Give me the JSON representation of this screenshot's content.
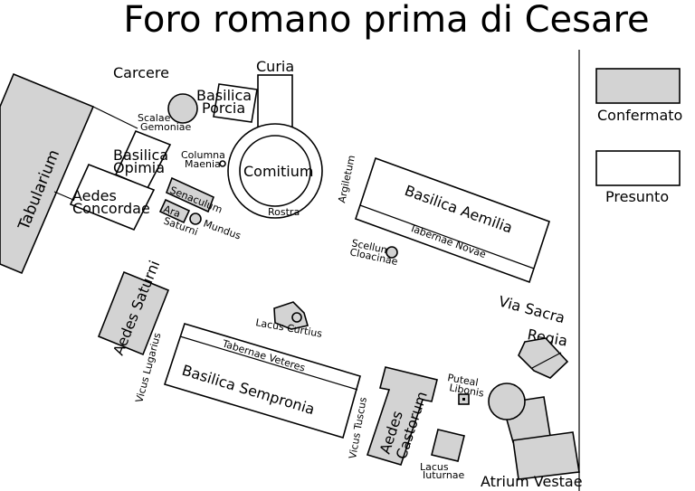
{
  "title": "Foro romano prima di Cesare",
  "legend": {
    "confirmed": "Confermato",
    "presumed": "Presunto",
    "confirmed_color": "#d3d3d3",
    "presumed_color": "#ffffff"
  },
  "labels": {
    "carcere": "Carcere",
    "curia": "Curia",
    "basilica_porcia_1": "Basilica",
    "basilica_porcia_2": "Porcia",
    "scalae_1": "Scalae",
    "scalae_2": "Gemoniae",
    "basilica_opimia_1": "Basilica",
    "basilica_opimia_2": "Opimia",
    "columna_1": "Columna",
    "columna_2": "Maenia",
    "comitium": "Comitium",
    "tabularium": "Tabularium",
    "aedes_concordiae_1": "Aedes",
    "aedes_concordiae_2": "Concordae",
    "senaculum": "Senaculum",
    "ara_1": "Ara",
    "ara_2": "Saturni",
    "mundus": "Mundus",
    "rostra": "Rostra",
    "argiletum": "Argiletum",
    "basilica_aemilia": "Basilica Aemilia",
    "tabernae_novae": "Tabernae Novae",
    "scellum_1": "Scellum",
    "scellum_2": "Cloacinae",
    "via_sacra": "Via Sacra",
    "regia": "Regia",
    "aedes_saturni": "Aedes Saturni",
    "lacus_curtius": "Lacus Curtius",
    "tabernae_veteres": "Tabernae Veteres",
    "basilica_sempronia": "Basilica Sempronia",
    "vicus_lugarius": "Vicus Lugarius",
    "vicus_tuscus": "Vicus Tuscus",
    "aedes_castorum_1": "Aedes",
    "aedes_castorum_2": "Castorum",
    "puteal_1": "Puteal",
    "puteal_2": "Libonis",
    "lacus_iuturnae_1": "Lacus",
    "lacus_iuturnae_2": "Iuturnae",
    "atrium_vestae": "Atrium Vestae"
  }
}
